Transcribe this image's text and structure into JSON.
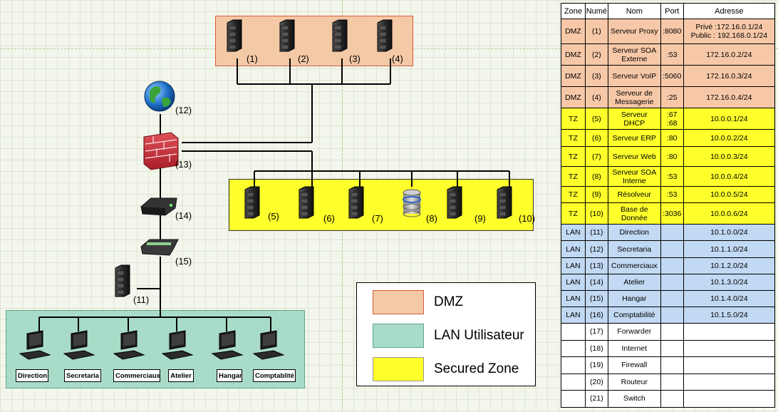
{
  "dmz_servers": [
    "(1)",
    "(2)",
    "(3)",
    "(4)"
  ],
  "internet_label": "(12)",
  "firewall_label": "(13)",
  "router_label": "(14)",
  "switch_label": "(15)",
  "lan_server_label": "(11)",
  "secured_servers": [
    "(5)",
    "(6)",
    "(7)",
    "(8)",
    "(9)",
    "(10)"
  ],
  "lan_pcs": [
    "Direction",
    "Secretaria",
    "Commerciaux",
    "Atelier",
    "Hangar",
    "Comptablité"
  ],
  "legend": {
    "dmz": "DMZ",
    "lan": "LAN Utilisateur",
    "secured": "Secured Zone"
  },
  "colors": {
    "dmz": "#f4c9a6",
    "lan": "#a9dcc8",
    "secured": "#ffff2b",
    "lan_table": "#c1d9f3"
  },
  "table": {
    "headers": [
      "Zone",
      "Numé",
      "Nom",
      "Port",
      "Adresse"
    ],
    "rows": [
      {
        "zone": "DMZ",
        "num": "(1)",
        "nom": "Serveur Proxy",
        "port": ":8080",
        "adresse": "Privé :172.16.0.1/24\nPublic : 192.168.0.1/24",
        "kind": "dmz"
      },
      {
        "zone": "DMZ",
        "num": "(2)",
        "nom": "Serveur SOA\nExterne",
        "port": ":53",
        "adresse": "172.16.0.2/24",
        "kind": "dmz"
      },
      {
        "zone": "DMZ",
        "num": "(3)",
        "nom": "Serveur VoIP",
        "port": ":5060",
        "adresse": "172.16.0.3/24",
        "kind": "dmz"
      },
      {
        "zone": "DMZ",
        "num": "(4)",
        "nom": "Serveur de\nMessagerie",
        "port": ":25",
        "adresse": "172.16.0.4/24",
        "kind": "dmz"
      },
      {
        "zone": "TZ",
        "num": "(5)",
        "nom": "Serveur\nDHCP",
        "port": ":67\n:68",
        "adresse": "10.0.0.1/24",
        "kind": "tz"
      },
      {
        "zone": "TZ",
        "num": "(6)",
        "nom": "Serveur ERP",
        "port": ":80",
        "adresse": "10.0.0.2/24",
        "kind": "tz"
      },
      {
        "zone": "TZ",
        "num": "(7)",
        "nom": "Serveur Web",
        "port": ":80",
        "adresse": "10.0.0.3/24",
        "kind": "tz"
      },
      {
        "zone": "TZ",
        "num": "(8)",
        "nom": "Serveur SOA\nInterne",
        "port": ":53",
        "adresse": "10.0.0.4/24",
        "kind": "tz"
      },
      {
        "zone": "TZ",
        "num": "(9)",
        "nom": "Résolveur",
        "port": ":53",
        "adresse": "10.0.0.5/24",
        "kind": "tz"
      },
      {
        "zone": "TZ",
        "num": "(10)",
        "nom": "Base de\nDonnée",
        "port": ":3036",
        "adresse": "10.0.0.6/24",
        "kind": "tz"
      },
      {
        "zone": "LAN",
        "num": "(11)",
        "nom": "Direction",
        "port": "",
        "adresse": "10.1.0.0/24",
        "kind": "lan"
      },
      {
        "zone": "LAN",
        "num": "(12)",
        "nom": "Secretaria",
        "port": "",
        "adresse": "10.1.1.0/24",
        "kind": "lan"
      },
      {
        "zone": "LAN",
        "num": "(13)",
        "nom": "Commerciaux",
        "port": "",
        "adresse": "10.1.2.0/24",
        "kind": "lan"
      },
      {
        "zone": "LAN",
        "num": "(14)",
        "nom": "Atelier",
        "port": "",
        "adresse": "10.1.3.0/24",
        "kind": "lan"
      },
      {
        "zone": "LAN",
        "num": "(15)",
        "nom": "Hangar",
        "port": "",
        "adresse": "10.1.4.0/24",
        "kind": "lan"
      },
      {
        "zone": "LAN",
        "num": "(16)",
        "nom": "Comptabilité",
        "port": "",
        "adresse": "10.1.5.0/24",
        "kind": "lan"
      },
      {
        "zone": "",
        "num": "(17)",
        "nom": "Forwarder",
        "port": "",
        "adresse": "",
        "kind": "oth"
      },
      {
        "zone": "",
        "num": "(18)",
        "nom": "Internet",
        "port": "",
        "adresse": "",
        "kind": "oth"
      },
      {
        "zone": "",
        "num": "(19)",
        "nom": "Firewall",
        "port": "",
        "adresse": "",
        "kind": "oth"
      },
      {
        "zone": "",
        "num": "(20)",
        "nom": "Routeur",
        "port": "",
        "adresse": "",
        "kind": "oth"
      },
      {
        "zone": "",
        "num": "(21)",
        "nom": "Switch",
        "port": "",
        "adresse": "",
        "kind": "oth"
      }
    ]
  }
}
